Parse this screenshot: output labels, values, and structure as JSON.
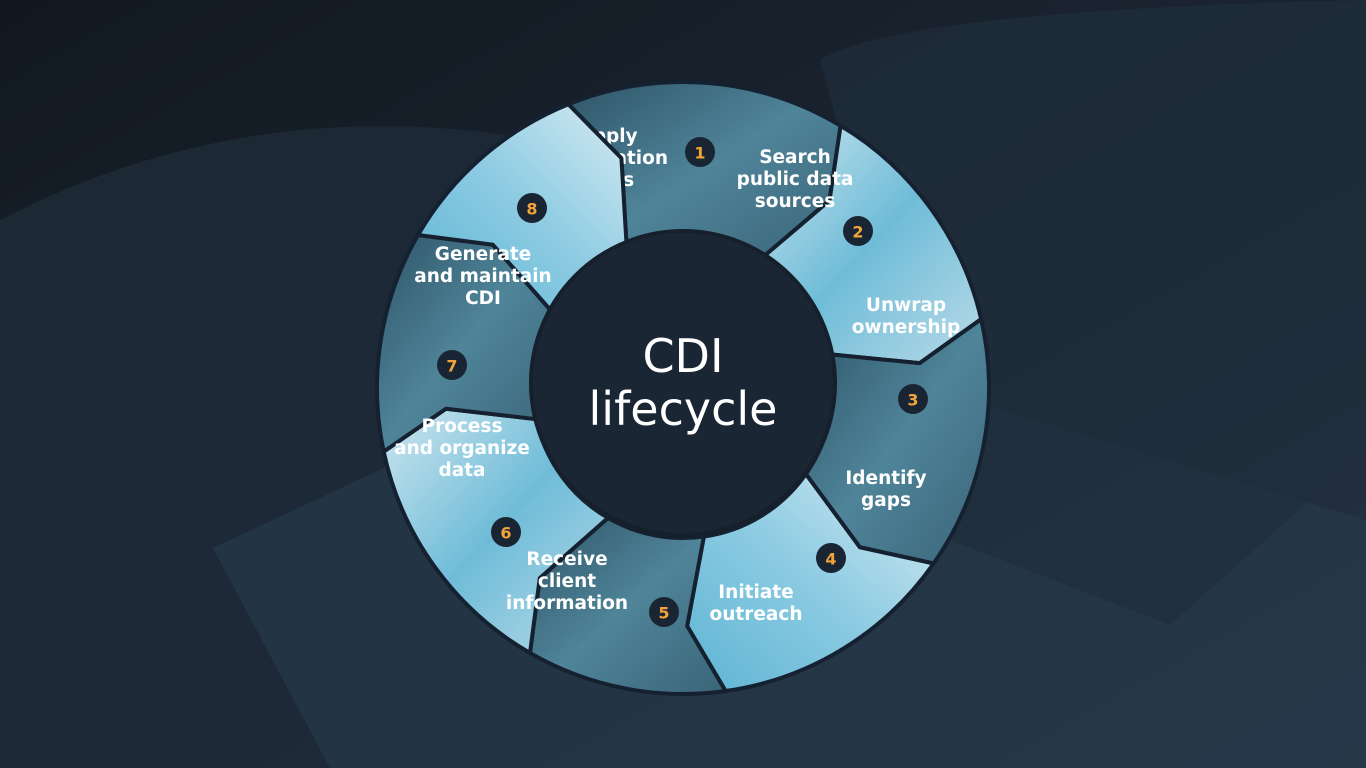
{
  "center": {
    "title_line1": "CDI",
    "title_line2": "lifecycle"
  },
  "steps": [
    {
      "number": "1",
      "lines": [
        "Apply",
        "automation",
        "rules"
      ]
    },
    {
      "number": "2",
      "lines": [
        "Search",
        "public data",
        "sources"
      ]
    },
    {
      "number": "3",
      "lines": [
        "Unwrap",
        "ownership"
      ]
    },
    {
      "number": "4",
      "lines": [
        "Identify",
        "gaps"
      ]
    },
    {
      "number": "5",
      "lines": [
        "Initiate",
        "outreach"
      ]
    },
    {
      "number": "6",
      "lines": [
        "Receive",
        "client",
        "information"
      ]
    },
    {
      "number": "7",
      "lines": [
        "Process",
        "and organize",
        "data"
      ]
    },
    {
      "number": "8",
      "lines": [
        "Generate",
        "and maintain",
        "CDI"
      ]
    }
  ],
  "colors": {
    "background": "#19222f",
    "badge_fill": "#1a2533",
    "badge_text": "#f2a33a",
    "center_fill": "#1b2634"
  }
}
